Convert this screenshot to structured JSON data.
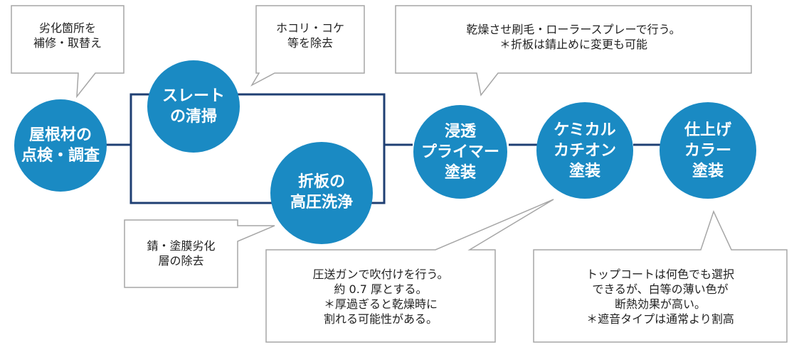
{
  "colors": {
    "circle_fill": "#1a8ac3",
    "connector": "#1f3f73",
    "callout_stroke": "#a6a6a6",
    "callout_fill": "#ffffff"
  },
  "nodes": {
    "inspection": {
      "lines": [
        "屋根材の",
        "点検・調査"
      ]
    },
    "slate_cleaning": {
      "lines": [
        "スレート",
        "の清掃"
      ]
    },
    "folded_plate_washing": {
      "lines": [
        "折板の",
        "高圧洗浄"
      ]
    },
    "primer": {
      "lines": [
        "浸透",
        "プライマー",
        "塗装"
      ]
    },
    "cation": {
      "lines": [
        "ケミカル",
        "カチオン",
        "塗装"
      ]
    },
    "finish": {
      "lines": [
        "仕上げ",
        "カラー",
        "塗装"
      ]
    }
  },
  "notes": {
    "inspection_note": {
      "lines": [
        "劣化箇所を",
        "補修・取替え"
      ]
    },
    "slate_note": {
      "lines": [
        "ホコリ・コケ",
        "等を除去"
      ]
    },
    "folded_note": {
      "lines": [
        "錆・塗膜劣化",
        "層の除去"
      ]
    },
    "primer_note": {
      "lines": [
        "乾燥させ刷毛・ローラースプレーで行う。",
        "＊折板は錆止めに変更も可能"
      ]
    },
    "cation_note": {
      "lines": [
        "圧送ガンで吹付けを行う。",
        "約 0.7 厚とする。",
        "＊厚過ぎると乾燥時に",
        "割れる可能性がある。"
      ]
    },
    "finish_note": {
      "lines": [
        "トップコートは何色でも選択",
        "できるが、白等の薄い色が",
        "断熱効果が高い。",
        "＊遮音タイプは通常より割高"
      ]
    }
  }
}
